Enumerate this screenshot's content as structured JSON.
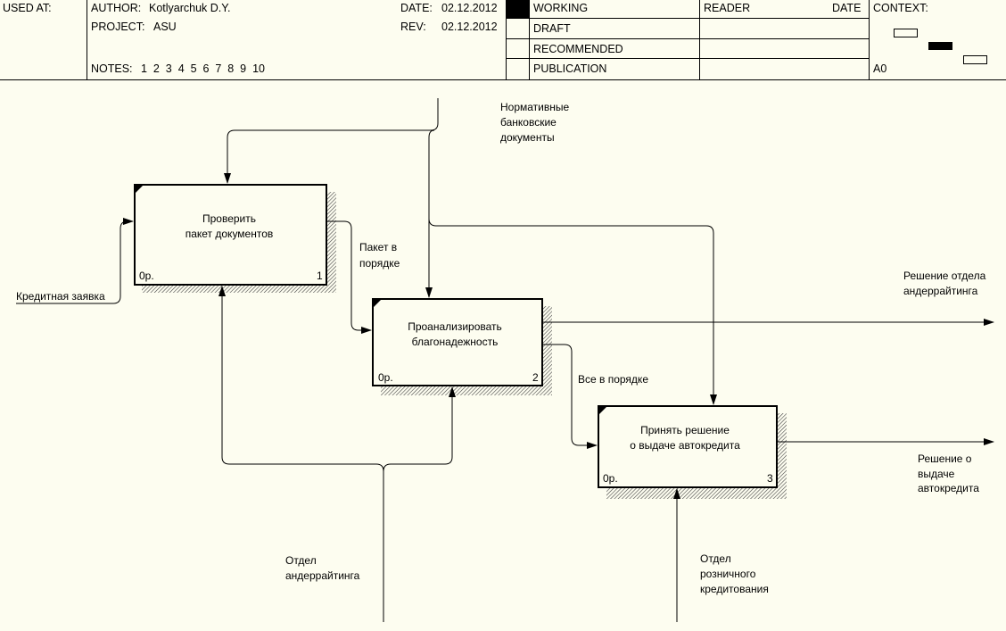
{
  "header": {
    "used_at": "USED AT:",
    "author_label": "AUTHOR:",
    "author": "Kotlyarchuk D.Y.",
    "project_label": "PROJECT:",
    "project": "ASU",
    "notes_label": "NOTES:",
    "notes": "1  2  3  4  5  6  7  8  9  10",
    "date_label": "DATE:",
    "date": "02.12.2012",
    "rev_label": "REV:",
    "rev": "02.12.2012",
    "status": [
      "WORKING",
      "DRAFT",
      "RECOMMENDED",
      "PUBLICATION"
    ],
    "active_status": "WORKING",
    "reader": "READER",
    "reader_date": "DATE",
    "context": "CONTEXT:",
    "node": "A0"
  },
  "diagram": {
    "boxes": [
      {
        "line1": "Проверить",
        "line2": "пакет документов",
        "cost": "0р.",
        "number": "1"
      },
      {
        "line1": "Проанализировать",
        "line2": "благонадежность",
        "cost": "0р.",
        "number": "2"
      },
      {
        "line1": "Принять решение",
        "line2": "о выдаче автокредита",
        "cost": "0р.",
        "number": "3"
      }
    ],
    "arrows": {
      "control_docs": [
        "Нормативные",
        "банковские",
        "документы"
      ],
      "input_credit": "Кредитная заявка",
      "package_ok": [
        "Пакет в",
        "порядке"
      ],
      "all_ok": "Все в порядке",
      "output_decision_dept": [
        "Решение отдела",
        "андеррайтинга"
      ],
      "output_decision": [
        "Решение о",
        "выдаче",
        "автокредита"
      ],
      "mech_underwriting": [
        "Отдел",
        "андеррайтинга"
      ],
      "mech_retail": [
        "Отдел",
        "розничного",
        "кредитования"
      ]
    }
  }
}
